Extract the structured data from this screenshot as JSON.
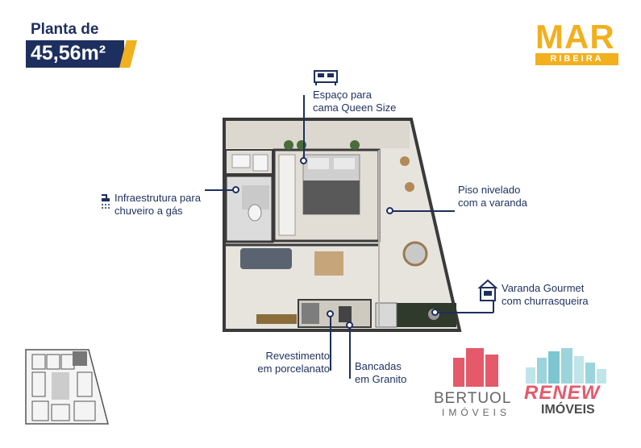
{
  "header": {
    "title_line": "Planta de",
    "area": "45,56m²"
  },
  "brand": {
    "name": "MAR",
    "sub": "RIBEIRA"
  },
  "callouts": {
    "bed": "Espaço para cama Queen Size",
    "bed_l1": "Espaço para",
    "bed_l2": "cama Queen Size",
    "gas_l1": "Infraestrutura para",
    "gas_l2": "chuveiro a gás",
    "floor_l1": "Piso nivelado",
    "floor_l2": "com a varanda",
    "balcony_l1": "Varanda Gourmet",
    "balcony_l2": "com churrasqueira",
    "tiles_l1": "Revestimento",
    "tiles_l2": "em porcelanato",
    "counter_l1": "Bancadas",
    "counter_l2": "em Granito"
  },
  "partners": {
    "bertuol": "BERTUOL",
    "bertuol_sub": "IMÓVEIS",
    "renew": "RENEW",
    "renew_sub": "IMÓVEIS"
  },
  "icons": [
    "bed-icon",
    "shower-icon",
    "grill-icon"
  ],
  "colors": {
    "navy": "#1d2f5e",
    "gold": "#f2b01e",
    "red": "#e45a6a",
    "teal": "#9bd4dc"
  }
}
